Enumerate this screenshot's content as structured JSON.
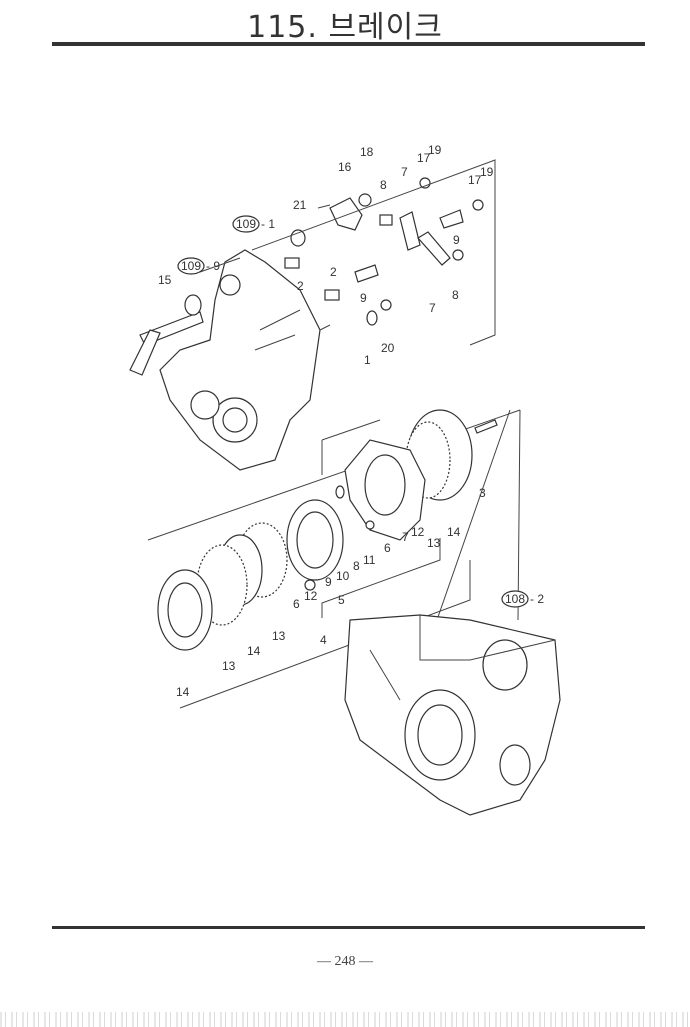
{
  "header": {
    "title": "115. 브레이크"
  },
  "footer": {
    "page_number": "— 248 —"
  },
  "callouts": [
    "18",
    "16",
    "17",
    "19",
    "8",
    "7",
    "17",
    "19",
    "21",
    "109",
    "- 1",
    "109",
    "- 9",
    "15",
    "2",
    "2",
    "9",
    "9",
    "8",
    "7",
    "20",
    "1",
    "3",
    "12",
    "13",
    "14",
    "7",
    "6",
    "11",
    "8",
    "10",
    "9",
    "12",
    "6",
    "5",
    "4",
    "13",
    "14",
    "13",
    "14",
    "108",
    "- 2"
  ]
}
